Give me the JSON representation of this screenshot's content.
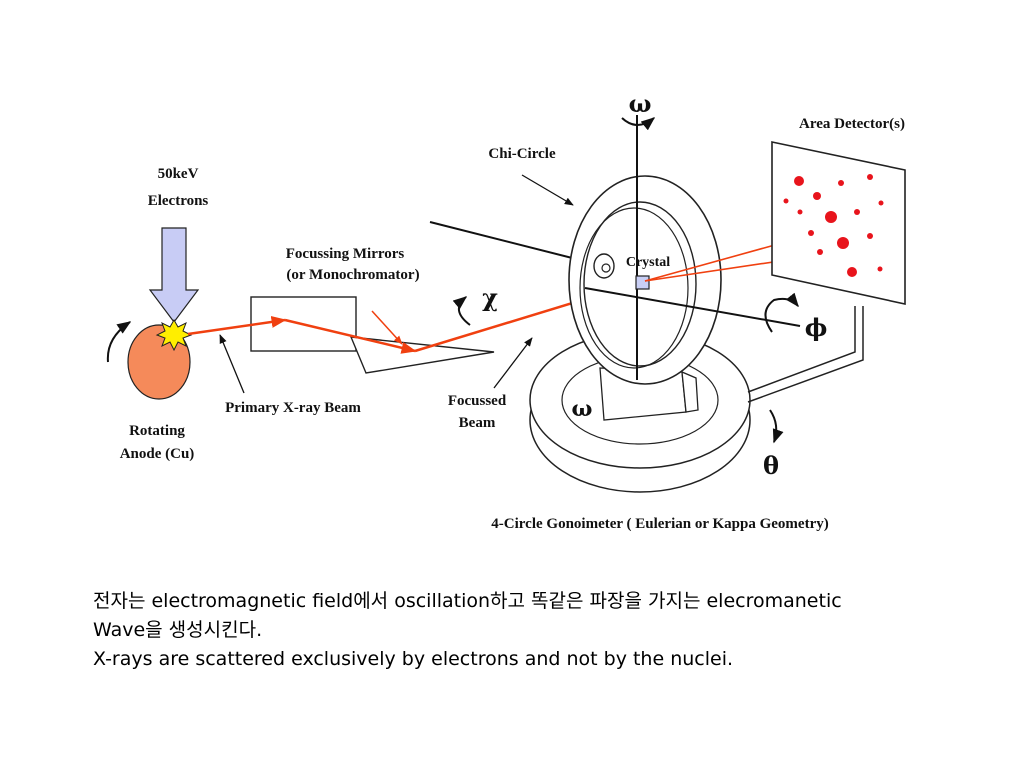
{
  "labels": {
    "electrons_energy": "50keV",
    "electrons": "Electrons",
    "rotating": "Rotating",
    "anode": "Anode (Cu)",
    "primary_beam": "Primary X-ray Beam",
    "focussing_mirrors": "Focussing Mirrors",
    "monochromator": "(or Monochromator)",
    "focussed": "Focussed",
    "beam": "Beam",
    "chi_circle": "Chi-Circle",
    "crystal": "Crystal",
    "area_detector": "Area Detector(s)",
    "goniometer": "4-Circle Gonoimeter ( Eulerian or Kappa Geometry)"
  },
  "angles": {
    "omega_top": "ω",
    "omega_base": "ω",
    "chi": "χ",
    "phi": "ϕ",
    "theta": "θ"
  },
  "caption": {
    "line1": "전자는 electromagnetic field에서 oscillation하고 똑같은 파장을 가지는 elecromanetic",
    "line2": "Wave을 생성시킨다.",
    "line3": "X-rays are scattered exclusively by electrons and not by the nuclei."
  },
  "colors": {
    "beam": "#f04010",
    "anode": "#f58a5a",
    "electron_arrow": "#c8ccf5",
    "spark": "#ffee00",
    "crystal": "#c9cff5",
    "detector_spots": "#e8141c"
  }
}
